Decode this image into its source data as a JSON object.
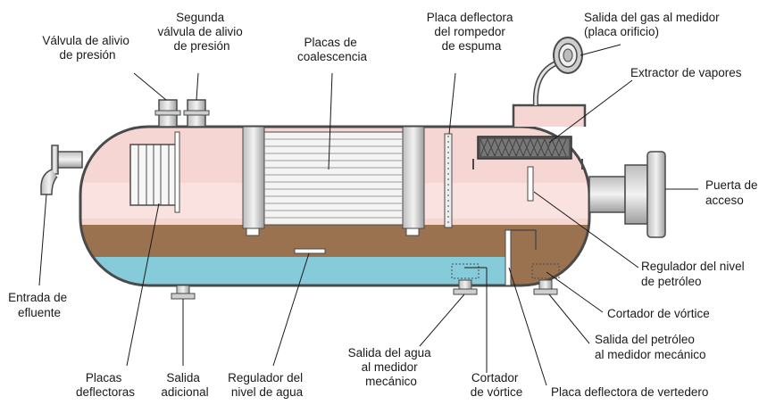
{
  "labels": {
    "valvula1": [
      "Válvula de alivio",
      "de presión"
    ],
    "valvula2": [
      "Segunda",
      "válvula de alivio",
      "de presión"
    ],
    "placas_coalescencia": [
      "Placas de",
      "coalescencia"
    ],
    "placa_espuma": [
      "Placa deflectora",
      "del rompedor",
      "de espuma"
    ],
    "salida_gas": [
      "Salida del gas al medidor",
      "(placa orificio)"
    ],
    "extractor": [
      "Extractor de vapores"
    ],
    "puerta": [
      "Puerta de",
      "acceso"
    ],
    "regulador_petroleo": [
      "Regulador del nivel",
      "de petróleo"
    ],
    "cortador1": [
      "Cortador de vórtice"
    ],
    "salida_petroleo": [
      "Salida del petróleo",
      "al medidor mecánico"
    ],
    "placa_vertedero": [
      "Placa deflectora de vertedero"
    ],
    "cortador2": [
      "Cortador",
      "de vórtice"
    ],
    "salida_agua": [
      "Salida del agua",
      "al medidor",
      "mecánico"
    ],
    "regulador_agua": [
      "Regulador del",
      "nivel de agua"
    ],
    "salida_adicional": [
      "Salida",
      "adicional"
    ],
    "placas_deflectoras": [
      "Placas",
      "deflectoras"
    ],
    "entrada": [
      "Entrada de",
      "efluente"
    ]
  },
  "colors": {
    "gas": "#f6d6d3",
    "oil": "#9a7250",
    "water": "#86cbd9",
    "shell": "#4a4a4a",
    "metal": "#d9d9d9"
  }
}
